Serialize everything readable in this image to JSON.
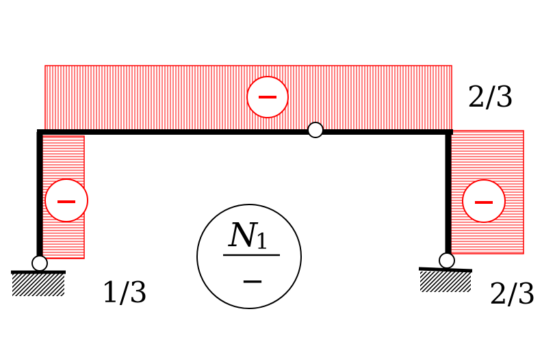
{
  "diagram": {
    "colors": {
      "diagram_fill": "#ff0000",
      "frame": "#000000",
      "background": "#ffffff"
    },
    "top_beam": {
      "value": "2/3",
      "sign": "minus"
    },
    "left_column": {
      "value": "1/3",
      "sign": "minus"
    },
    "right_column": {
      "value": "2/3",
      "sign": "minus"
    },
    "legend": {
      "symbol": "N",
      "subscript": "1",
      "sign": "−"
    }
  }
}
